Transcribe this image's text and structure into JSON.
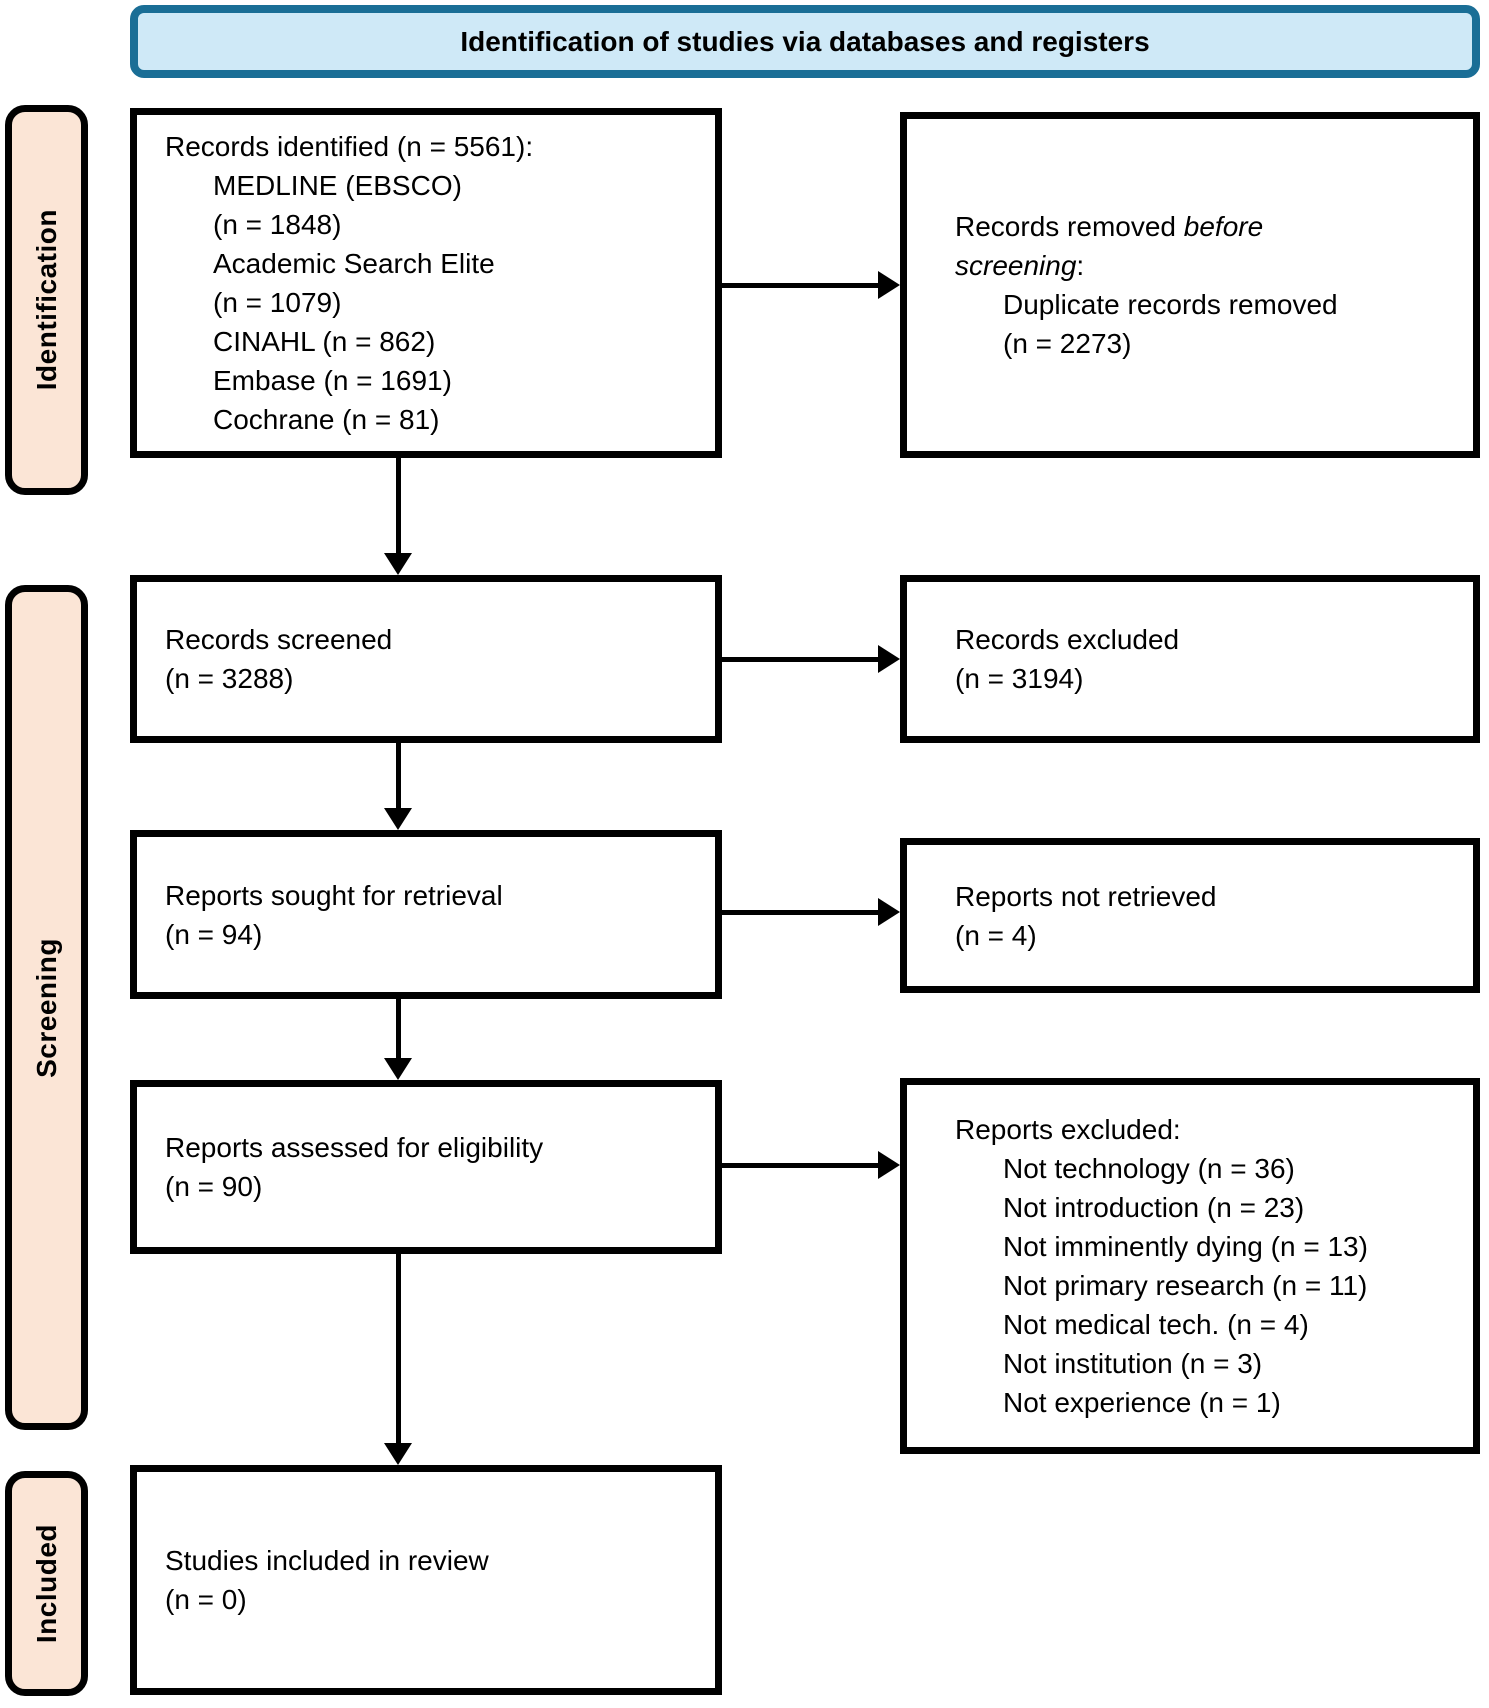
{
  "header": {
    "title": "Identification of studies via databases and registers"
  },
  "stages": {
    "identification": "Identification",
    "screening": "Screening",
    "included": "Included"
  },
  "colors": {
    "header_fill": "#cfe9f7",
    "header_border": "#1a6e96",
    "stage_fill": "#fbe5d6",
    "stage_border": "#000000",
    "box_fill": "#ffffff",
    "box_border": "#000000",
    "arrow": "#000000",
    "text": "#000000"
  },
  "boxes": {
    "records_identified": {
      "title": "Records identified (n = 5561):",
      "items": [
        "MEDLINE (EBSCO)",
        "(n = 1848)",
        "Academic Search Elite",
        "(n = 1079)",
        "CINAHL (n = 862)",
        "Embase (n = 1691)",
        "Cochrane (n = 81)"
      ]
    },
    "records_removed": {
      "title_line1_normal": "Records removed",
      "title_line1_italic": "before",
      "title_line2_italic": "screening",
      "title_line2_after": ":",
      "items": [
        "Duplicate records removed",
        "(n = 2273)"
      ]
    },
    "records_screened": {
      "lines": [
        "Records screened",
        "(n = 3288)"
      ]
    },
    "records_excluded": {
      "lines": [
        "Records excluded",
        "(n = 3194)"
      ]
    },
    "reports_sought": {
      "lines": [
        "Reports sought for retrieval",
        "(n = 94)"
      ]
    },
    "reports_not_retrieved": {
      "lines": [
        "Reports not retrieved",
        "(n = 4)"
      ]
    },
    "reports_assessed": {
      "lines": [
        "Reports assessed for eligibility",
        "(n = 90)"
      ]
    },
    "reports_excluded": {
      "title": "Reports excluded:",
      "items": [
        "Not technology (n = 36)",
        "Not introduction (n = 23)",
        "Not imminently dying (n = 13)",
        "Not primary research (n = 11)",
        "Not medical tech. (n = 4)",
        "Not institution (n = 3)",
        "Not experience (n = 1)"
      ]
    },
    "studies_included": {
      "lines": [
        "Studies included in review",
        "(n = 0)"
      ]
    }
  }
}
